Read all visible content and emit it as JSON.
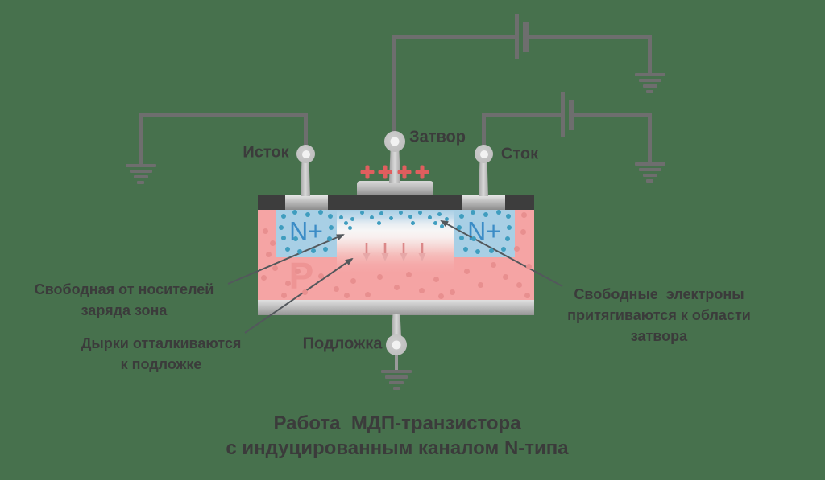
{
  "colors": {
    "background": "#47714D",
    "wire": "#6E6E6E",
    "body_pink": "#F5A4A4",
    "p_dot": "#E88F8F",
    "nplus_blue": "#A8CFE5",
    "electron_dot": "#3F9DBF",
    "nplus_text": "#3B8CC6",
    "p_text": "#EE9494",
    "plus_red": "#E05E5E",
    "channel_arrow": "#D97C7C",
    "text_dark": "#3B3B3B",
    "oxide_dark": "#3D3D3D"
  },
  "terminals": {
    "source": "Исток",
    "gate": "Затвор",
    "drain": "Сток",
    "substrate": "Подложка"
  },
  "regions": {
    "n_plus_left": "N+",
    "n_plus_right": "N+",
    "p_body": "P"
  },
  "gate_charges": [
    "+",
    "+",
    "+",
    "+"
  ],
  "annotations": {
    "depletion": {
      "line1": "Свободная от носителей",
      "line2": "заряда зона"
    },
    "holes": {
      "line1": "Дырки отталкиваются",
      "line2": "к подложке"
    },
    "electrons": {
      "line1": "Свободные  электроны",
      "line2": "притягиваются к области",
      "line3": "затвора"
    }
  },
  "title": {
    "line1": "Работа  МДП-транзистора",
    "line2": "с индуцированным каналом N-типа"
  }
}
